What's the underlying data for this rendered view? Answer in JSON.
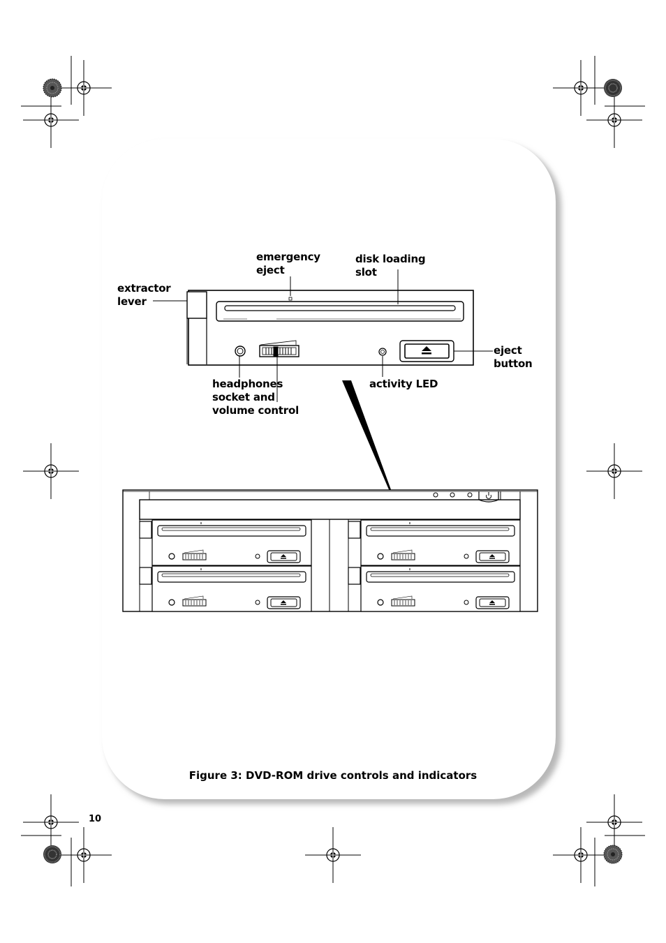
{
  "page": {
    "number": "10"
  },
  "figure": {
    "caption": "Figure 3: DVD-ROM drive controls and indicators",
    "labels": {
      "extractor_lever": [
        "extractor",
        "lever"
      ],
      "emergency_eject": [
        "emergency",
        "eject"
      ],
      "disk_loading_slot": [
        "disk loading",
        "slot"
      ],
      "eject_button": [
        "eject",
        "button"
      ],
      "headphones": [
        "headphones",
        "socket and",
        "volume control"
      ],
      "activity_led": [
        "activity LED"
      ]
    }
  },
  "icons": [
    "eject-icon",
    "power-icon",
    "registration-mark-icon",
    "color-wheel-icon"
  ]
}
